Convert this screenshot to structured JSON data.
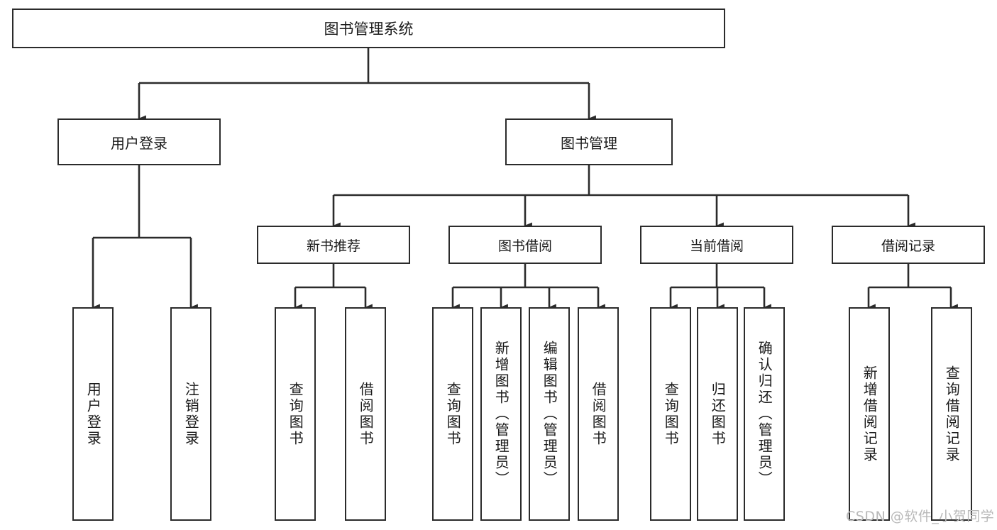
{
  "diagram": {
    "title": "图书管理系统",
    "type": "tree",
    "orientation": "top-down",
    "colors": {
      "background": "#ffffff",
      "box_border": "#2b2b2b",
      "box_fill": "#ffffff",
      "connector": "#2b2b2b",
      "text": "#1a1a1a",
      "watermark": "#b9b9b9"
    },
    "root": {
      "label": "图书管理系统",
      "level": 0
    },
    "level1": [
      {
        "id": "user-login",
        "label": "用户登录"
      },
      {
        "id": "book-manage",
        "label": "图书管理"
      }
    ],
    "level2": [
      {
        "id": "new-book-recommend",
        "label": "新书推荐",
        "parent": "book-manage"
      },
      {
        "id": "book-borrow",
        "label": "图书借阅",
        "parent": "book-manage"
      },
      {
        "id": "current-borrow",
        "label": "当前借阅",
        "parent": "book-manage"
      },
      {
        "id": "borrow-record",
        "label": "借阅记录",
        "parent": "book-manage"
      }
    ],
    "leaves": [
      {
        "id": "leaf-user-login",
        "label": "用户登录",
        "parent": "user-login"
      },
      {
        "id": "leaf-logout-login",
        "label": "注销登录",
        "parent": "user-login"
      },
      {
        "id": "leaf-query-book-1",
        "label": "查询图书",
        "parent": "new-book-recommend"
      },
      {
        "id": "leaf-borrow-book-1",
        "label": "借阅图书",
        "parent": "new-book-recommend"
      },
      {
        "id": "leaf-query-book-2",
        "label": "查询图书",
        "parent": "book-borrow"
      },
      {
        "id": "leaf-add-book",
        "label": "新增图书（管理员）",
        "parent": "book-borrow"
      },
      {
        "id": "leaf-edit-book",
        "label": "编辑图书（管理员）",
        "parent": "book-borrow"
      },
      {
        "id": "leaf-borrow-book-2",
        "label": "借阅图书",
        "parent": "book-borrow"
      },
      {
        "id": "leaf-query-book-3",
        "label": "查询图书",
        "parent": "current-borrow"
      },
      {
        "id": "leaf-return-book",
        "label": "归还图书",
        "parent": "current-borrow"
      },
      {
        "id": "leaf-confirm-return",
        "label": "确认归还（管理员）",
        "parent": "current-borrow"
      },
      {
        "id": "leaf-add-record",
        "label": "新增借阅记录",
        "parent": "borrow-record"
      },
      {
        "id": "leaf-query-record",
        "label": "查询借阅记录",
        "parent": "borrow-record"
      }
    ]
  },
  "watermark": {
    "text": "CSDN @软件_小贺同学"
  }
}
